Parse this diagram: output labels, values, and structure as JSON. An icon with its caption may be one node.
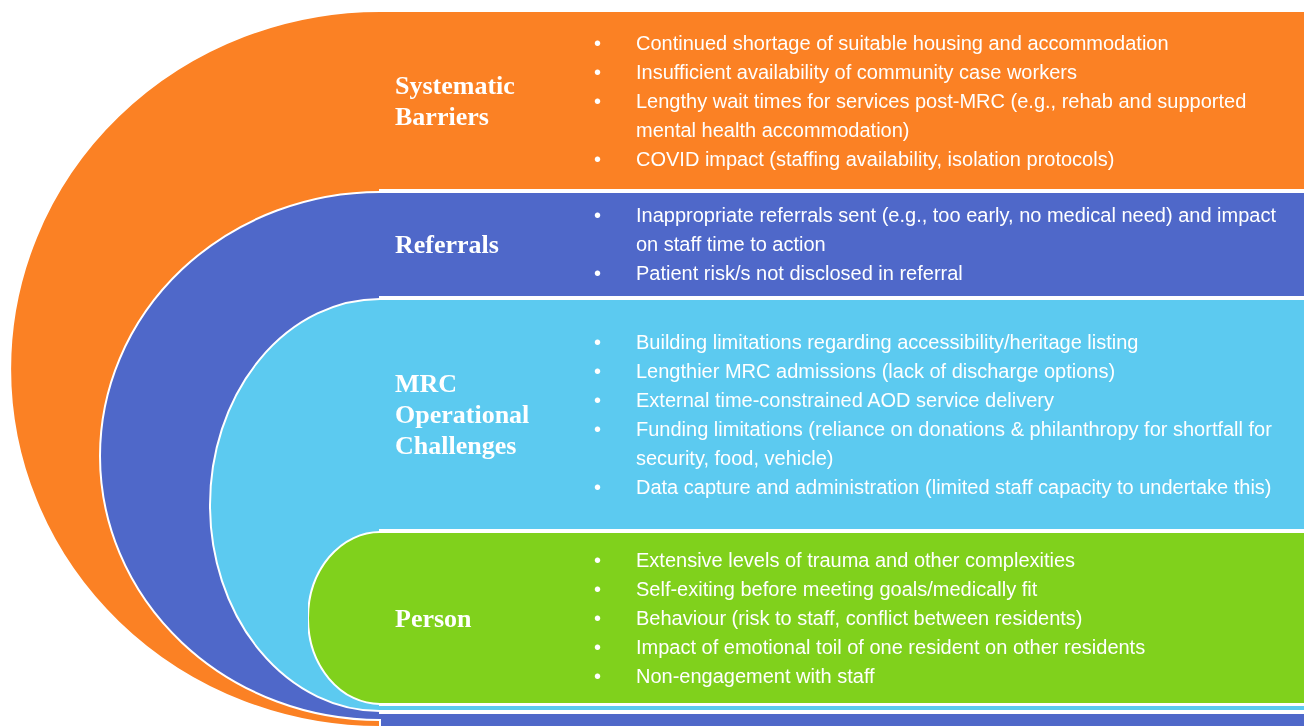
{
  "diagram": {
    "nodes": [
      {
        "text": [
          "Systematic Barriers",
          "Continued shortage of suitable housing and accommodation",
          "Insufficient availability of community case workers",
          "Lengthy wait times for services post-MRC (e.g., rehab and supported mental health accommodation)",
          "COVID impact (staffing availability, isolation protocols)"
        ]
      },
      {
        "text": [
          "Referrals",
          "Inappropriate referrals sent (e.g., too early, no medical need) and impact on staff time to action",
          "Patient risk/s not disclosed in referral"
        ]
      },
      {
        "text": [
          "MRC Operational Challenges",
          "Building limitations regarding accessibility/heritage listing",
          "Lengthier MRC admissions (lack of discharge options)",
          "External time-constrained AOD service delivery",
          "Funding limitations (reliance on donations & philanthropy for shortfall for security, food, vehicle)",
          "Data capture and administration (limited staff capacity to undertake this)"
        ]
      },
      {
        "text": [
          "Person",
          "Extensive levels of trauma and other complexities",
          "Self-exiting before meeting goals/medically fit",
          "Behaviour (risk to staff, conflict between residents)",
          "Impact of emotional toil of one resident on other residents",
          "Non-engagement with staff"
        ]
      }
    ],
    "labels": [
      "•",
      "•",
      "•",
      "•",
      "•",
      "•",
      "•",
      "•",
      "•",
      "•",
      "•",
      "•",
      "•",
      "•",
      "•",
      "•"
    ]
  }
}
